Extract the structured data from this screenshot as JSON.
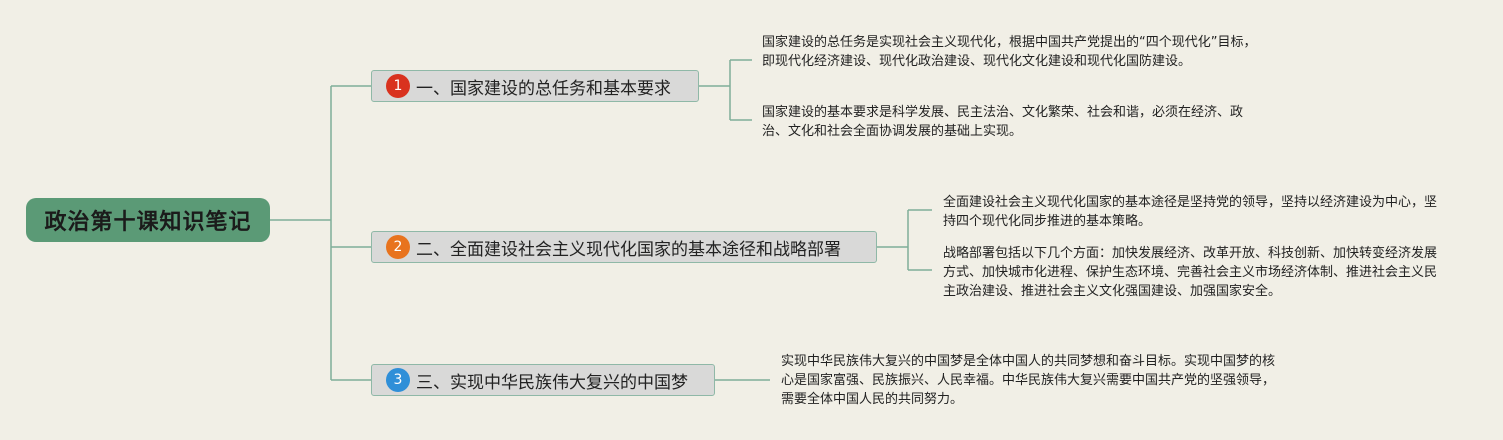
{
  "root": {
    "title": "政治第十课知识笔记",
    "color": "#5b9a76"
  },
  "topics": [
    {
      "badge": "1",
      "badge_color": "#d9321f",
      "label": "一、国家建设的总任务和基本要求",
      "details": [
        "国家建设的总任务是实现社会主义现代化，根据中国共产党提出的“四个现代化”目标，即现代化经济建设、现代化政治建设、现代化文化建设和现代化国防建设。",
        "国家建设的基本要求是科学发展、民主法治、文化繁荣、社会和谐，必须在经济、政治、文化和社会全面协调发展的基础上实现。"
      ]
    },
    {
      "badge": "2",
      "badge_color": "#e8731e",
      "label": "二、全面建设社会主义现代化国家的基本途径和战略部署",
      "details": [
        "全面建设社会主义现代化国家的基本途径是坚持党的领导，坚持以经济建设为中心，坚持四个现代化同步推进的基本策略。",
        "战略部署包括以下几个方面：加快发展经济、改革开放、科技创新、加快转变经济发展方式、加快城市化进程、保护生态环境、完善社会主义市场经济体制、推进社会主义民主政治建设、推进社会主义文化强国建设、加强国家安全。"
      ]
    },
    {
      "badge": "3",
      "badge_color": "#2f8fd8",
      "label": "三、实现中华民族伟大复兴的中国梦",
      "details": [
        "实现中华民族伟大复兴的中国梦是全体中国人的共同梦想和奋斗目标。实现中国梦的核心是国家富强、民族振兴、人民幸福。中华民族伟大复兴需要中国共产党的坚强领导，需要全体中国人民的共同努力。"
      ]
    }
  ],
  "connector_color": "#7fae98"
}
